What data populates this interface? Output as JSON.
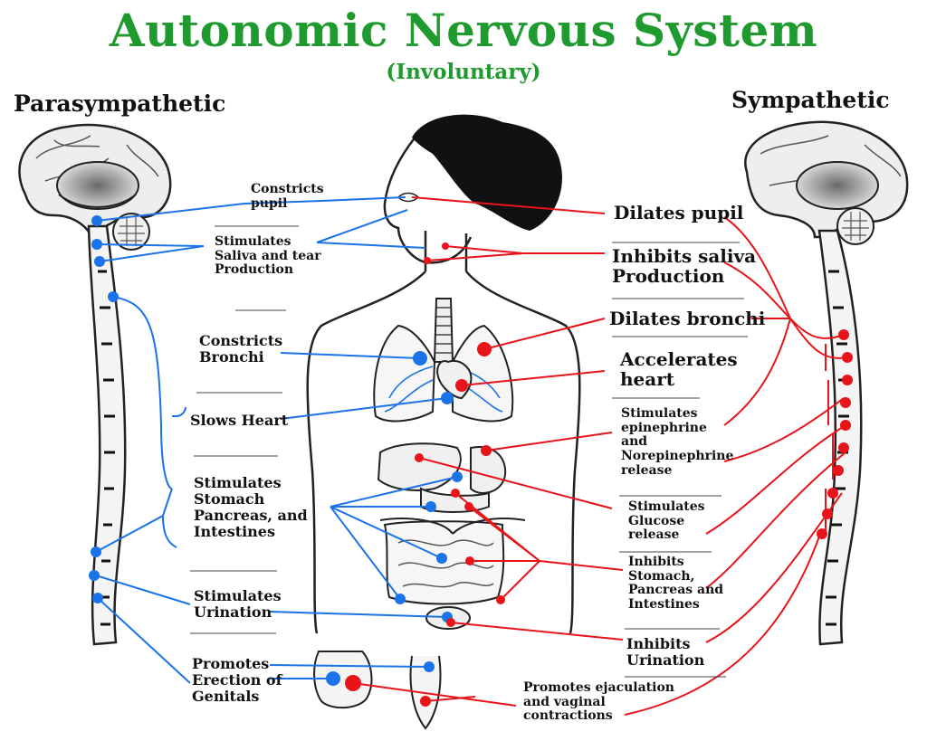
{
  "title": "Autonomic Nervous System",
  "subtitle": "(Involuntary)",
  "colors": {
    "title": "#1f9a2e",
    "parasympathetic": "#1a73e8",
    "sympathetic": "#e8141a"
  },
  "parasympathetic": {
    "heading": "Parasympathetic",
    "labels": [
      {
        "key": "p1",
        "lines": [
          "Constricts",
          "pupil"
        ]
      },
      {
        "key": "p2",
        "lines": [
          "Stimulates",
          "Saliva and tear",
          "Production"
        ]
      },
      {
        "key": "p3",
        "lines": [
          "Constricts",
          "Bronchi"
        ]
      },
      {
        "key": "p4",
        "lines": [
          "Slows Heart"
        ]
      },
      {
        "key": "p5",
        "lines": [
          "Stimulates",
          "Stomach",
          "Pancreas, and",
          "Intestines"
        ]
      },
      {
        "key": "p6",
        "lines": [
          "Stimulates",
          "Urination"
        ]
      },
      {
        "key": "p7",
        "lines": [
          "Promotes",
          "Erection of",
          "Genitals"
        ]
      }
    ]
  },
  "sympathetic": {
    "heading": "Sympathetic",
    "labels": [
      {
        "key": "s1",
        "lines": [
          "Dilates pupil"
        ]
      },
      {
        "key": "s2",
        "lines": [
          "Inhibits saliva",
          "Production"
        ]
      },
      {
        "key": "s3",
        "lines": [
          "Dilates bronchi"
        ]
      },
      {
        "key": "s4",
        "lines": [
          "Accelerates",
          "heart"
        ]
      },
      {
        "key": "s5",
        "lines": [
          "Stimulates",
          "epinephrine",
          "and",
          "Norepinephrine",
          "release"
        ]
      },
      {
        "key": "s6",
        "lines": [
          "Stimulates",
          "Glucose",
          "release"
        ]
      },
      {
        "key": "s7",
        "lines": [
          "Inhibits",
          "Stomach,",
          "Pancreas and",
          "Intestines"
        ]
      },
      {
        "key": "s8",
        "lines": [
          "Inhibits",
          "Urination"
        ]
      },
      {
        "key": "s9",
        "lines": [
          "Promotes ejaculation",
          "and vaginal",
          "contractions"
        ]
      }
    ]
  }
}
